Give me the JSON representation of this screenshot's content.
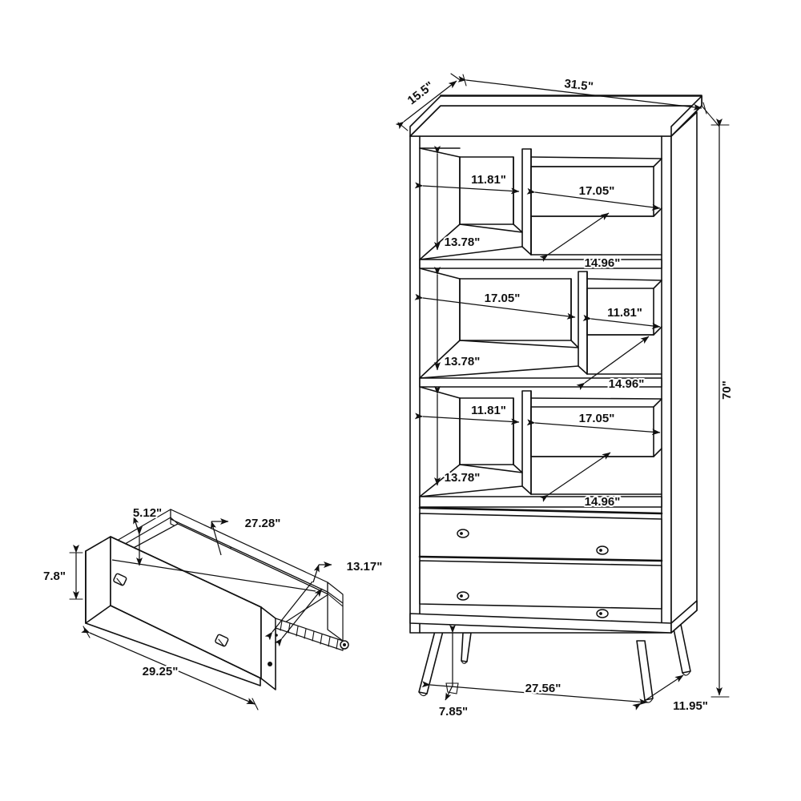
{
  "document": {
    "type": "technical-dimension-drawing",
    "title": "Bookcase with drawers - dimension diagram",
    "background_color": "#ffffff",
    "line_color": "#111111",
    "units": "inches"
  },
  "bookcase": {
    "name": "bookcase-assembly",
    "description": "Tall 6-cubby bookcase with two bottom drawers on splayed legs",
    "shelf_rows": 3,
    "cubbies_per_row": 2,
    "drawers": 2,
    "knobs_per_drawer": 2,
    "legs": 4,
    "dimensions": {
      "overall_width": "31.5\"",
      "overall_depth": "15.5\"",
      "overall_height": "70\"",
      "row1_left_cubby_width": "11.81\"",
      "row1_right_cubby_width": "17.05\"",
      "row1_cubby_height": "13.78\"",
      "row1_cubby_depth": "14.96\"",
      "row2_left_cubby_width": "17.05\"",
      "row2_right_cubby_width": "11.81\"",
      "row2_cubby_height": "13.78\"",
      "row2_cubby_depth": "14.96\"",
      "row3_left_cubby_width": "11.81\"",
      "row3_right_cubby_width": "17.05\"",
      "row3_cubby_height": "13.78\"",
      "row3_cubby_depth": "14.96\"",
      "leg_span_width": "27.56\"",
      "leg_height": "7.85\"",
      "leg_span_depth": "11.95\""
    }
  },
  "drawer_detail": {
    "name": "drawer-detail",
    "description": "Exploded isometric view of a single drawer box",
    "dimensions": {
      "front_height": "7.8\"",
      "box_side_height": "5.12\"",
      "interior_length": "27.28\"",
      "interior_width": "13.17\"",
      "front_width": "29.25\""
    }
  },
  "labels": {
    "width_31_5": "31.5\"",
    "depth_15_5": "15.5\"",
    "height_70": "70\"",
    "w_11_81": "11.81\"",
    "w_17_05": "17.05\"",
    "h_13_78": "13.78\"",
    "d_14_96": "14.96\"",
    "leg_span_27_56": "27.56\"",
    "leg_h_7_85": "7.85\"",
    "leg_d_11_95": "11.95\"",
    "drawer_7_8": "7.8\"",
    "drawer_5_12": "5.12\"",
    "drawer_27_28": "27.28\"",
    "drawer_13_17": "13.17\"",
    "drawer_29_25": "29.25\""
  }
}
